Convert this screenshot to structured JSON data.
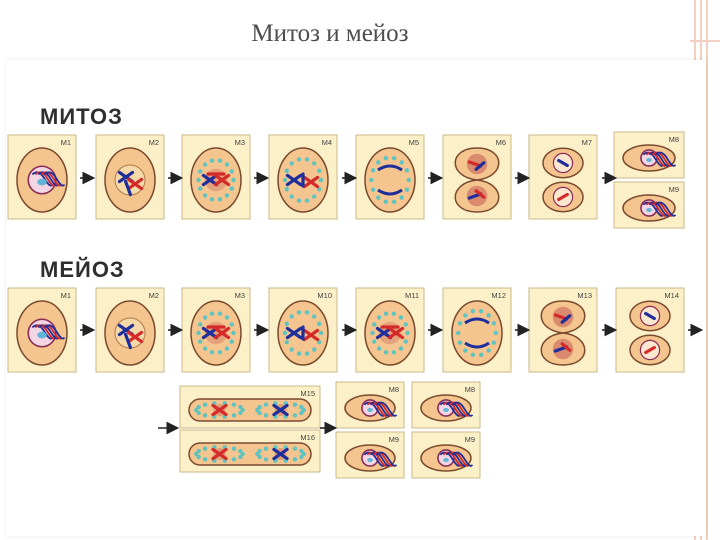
{
  "slide": {
    "title": "Митоз и мейоз"
  },
  "sections": {
    "mitosis": "МИТОЗ",
    "meiosis": "МЕЙОЗ"
  },
  "colors": {
    "card_bg": "#fbf0c8",
    "card_border": "#cdb88a",
    "cell_fill": "#f4c58e",
    "cell_border": "#7a4a2e",
    "nucleus_fill": "#d98a6f",
    "chrom_blue": "#1e2e9a",
    "chrom_red": "#d42a2a",
    "spindle": "#5fc4c0",
    "arrow": "#222222",
    "accent_lines": "#f2cfc2"
  },
  "stages": {
    "mitosis": [
      "M1",
      "M2",
      "M3",
      "M4",
      "M5",
      "M6",
      "M7",
      "M8",
      "M9"
    ],
    "meiosis_row1": [
      "M1",
      "M2",
      "M3",
      "M10",
      "M11",
      "M12",
      "M13",
      "M14"
    ],
    "meiosis_row2": [
      "M15",
      "M16",
      "M8",
      "M8",
      "M9",
      "M9"
    ]
  }
}
